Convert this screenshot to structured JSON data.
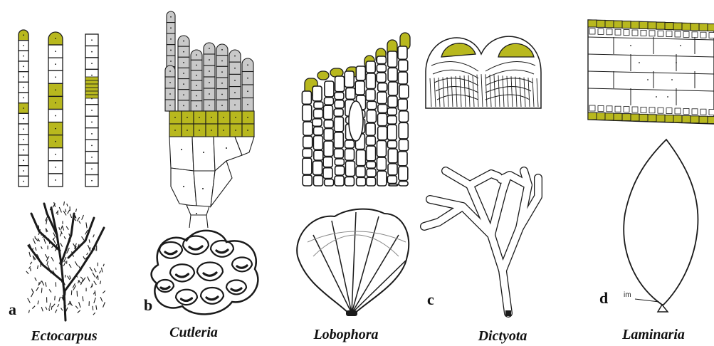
{
  "colors": {
    "ink": "#1a1a1a",
    "shade": "#c9c9c9",
    "highlight": "#b8b81e",
    "paper": "#ffffff"
  },
  "panels": [
    {
      "letter": "a",
      "genus": "Ectocarpus"
    },
    {
      "letter": "b",
      "genus": "Cutleria"
    },
    {
      "letter": "",
      "genus": "Lobophora"
    },
    {
      "letter": "c",
      "genus": "Dictyota"
    },
    {
      "letter": "d",
      "genus": "Laminaria",
      "annotation": "im"
    }
  ]
}
